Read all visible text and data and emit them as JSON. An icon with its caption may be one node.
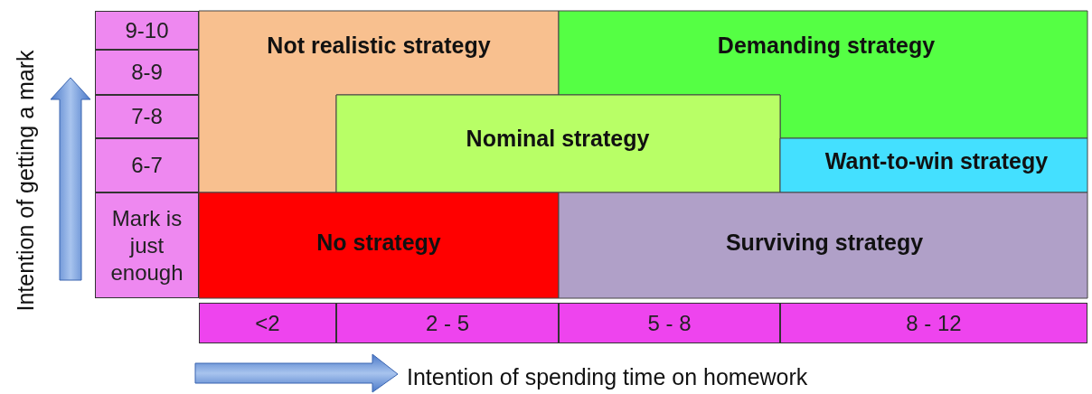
{
  "diagram": {
    "nodes": [
      {
        "text": [
          "Not realistic strategy"
        ]
      },
      {
        "text": [
          "Demanding strategy"
        ]
      },
      {
        "text": [
          "Nominal strategy"
        ]
      },
      {
        "text": [
          "Want-to-win strategy"
        ]
      },
      {
        "text": [
          "No strategy"
        ]
      },
      {
        "text": [
          "Surviving strategy"
        ]
      }
    ],
    "labels": [
      "Intention of getting a mark",
      "9-10",
      "8-9",
      "7-8",
      "6-7",
      "Mark is just enough",
      "<2",
      "2 - 5",
      "5 - 8",
      "8 - 12",
      "Intention of spending time on homework"
    ]
  }
}
